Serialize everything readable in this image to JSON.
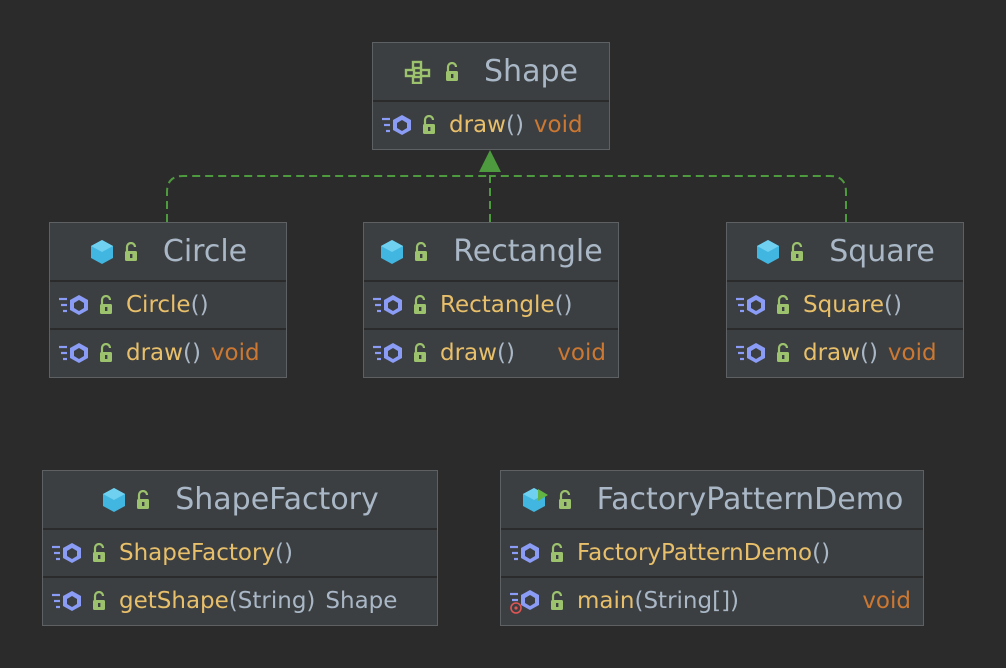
{
  "colors": {
    "background": "#2b2b2b",
    "box_fill": "#3c3f41",
    "box_border": "#5e6163",
    "method_name": "#e8bf6a",
    "return_type": "#cc7832",
    "text": "#a9b7c6",
    "class_icon": "#40b6e0",
    "method_icon": "#8a9cf5",
    "lock_icon": "#6a8759",
    "relationship": "#4e9a3e"
  },
  "icons": {
    "interface": "interface-icon",
    "class": "class-icon",
    "main_class": "runnable-class-icon",
    "method": "method-icon",
    "public": "public-lock-icon",
    "static": "static-marker-icon"
  },
  "relationships": [
    {
      "type": "implements",
      "from": "Circle",
      "to": "Shape"
    },
    {
      "type": "implements",
      "from": "Rectangle",
      "to": "Shape"
    },
    {
      "type": "implements",
      "from": "Square",
      "to": "Shape"
    }
  ],
  "shape": {
    "title": "Shape",
    "m1": {
      "name": "draw",
      "paren": "()",
      "ret": "void"
    }
  },
  "circle": {
    "title": "Circle",
    "m1": {
      "name": "Circle",
      "paren": "()"
    },
    "m2": {
      "name": "draw",
      "paren": "()",
      "ret": "void"
    }
  },
  "rectangle": {
    "title": "Rectangle",
    "m1": {
      "name": "Rectangle",
      "paren": "()"
    },
    "m2": {
      "name": "draw",
      "paren": "()",
      "ret": "void"
    }
  },
  "square": {
    "title": "Square",
    "m1": {
      "name": "Square",
      "paren": "()"
    },
    "m2": {
      "name": "draw",
      "paren": "()",
      "ret": "void"
    }
  },
  "factory": {
    "title": "ShapeFactory",
    "m1": {
      "name": "ShapeFactory",
      "paren": "()"
    },
    "m2": {
      "name": "getShape",
      "open": "(",
      "param": "String",
      "close": ")",
      "ret": "Shape"
    }
  },
  "demo": {
    "title": "FactoryPatternDemo",
    "m1": {
      "name": "FactoryPatternDemo",
      "paren": "()"
    },
    "m2": {
      "name": "main",
      "open": "(",
      "param": "String[]",
      "close": ")",
      "ret": "void"
    }
  }
}
